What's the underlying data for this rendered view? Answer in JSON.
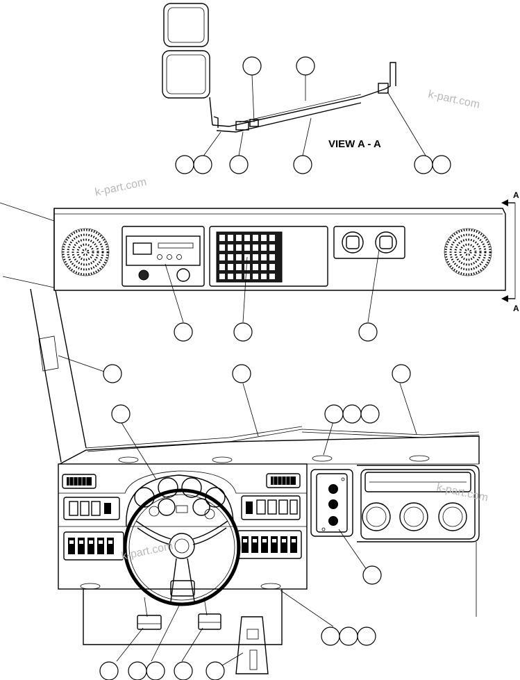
{
  "view_label": "VIEW A - A",
  "section_arrow_label": "A",
  "watermark": "k-part.com"
}
